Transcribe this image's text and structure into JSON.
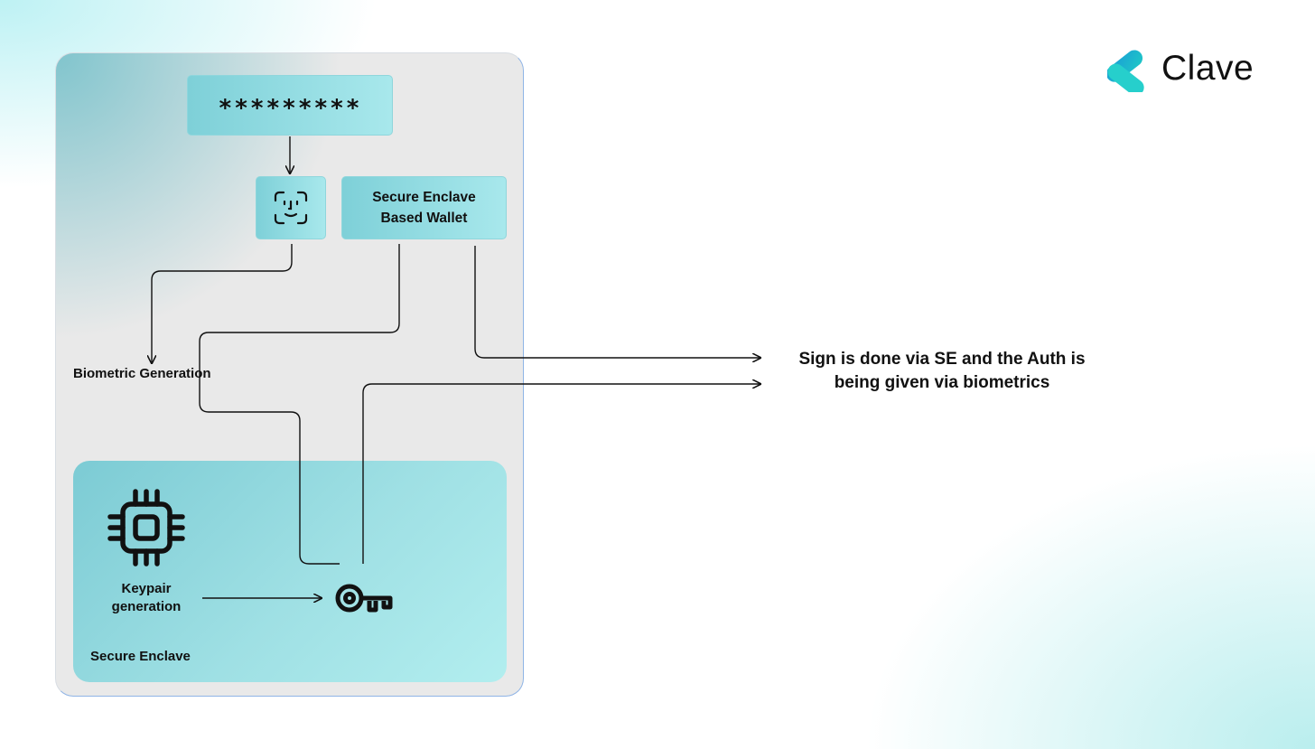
{
  "brand": {
    "name": "Clave",
    "accent_colors": [
      "#1fc7c7",
      "#1a9ed6"
    ]
  },
  "diagram": {
    "password_box": {
      "text": "*********"
    },
    "face_id": {
      "icon": "face-id-icon"
    },
    "wallet_box": {
      "text": "Secure Enclave Based Wallet"
    },
    "biometric_label": "Biometric Generation",
    "secure_enclave": {
      "label": "Secure Enclave",
      "chip_icon": "chip-icon",
      "keypair_label": "Keypair generation",
      "key_icon": "key-icon"
    },
    "sign_text": "Sign is done via SE and the Auth is being given via biometrics"
  },
  "colors": {
    "box_fill_start": "#7ed0d8",
    "box_fill_end": "#a8e8ec",
    "panel_bg": "#e9e9e9",
    "enclave_fill": "#9fe0e4",
    "line": "#111111"
  }
}
